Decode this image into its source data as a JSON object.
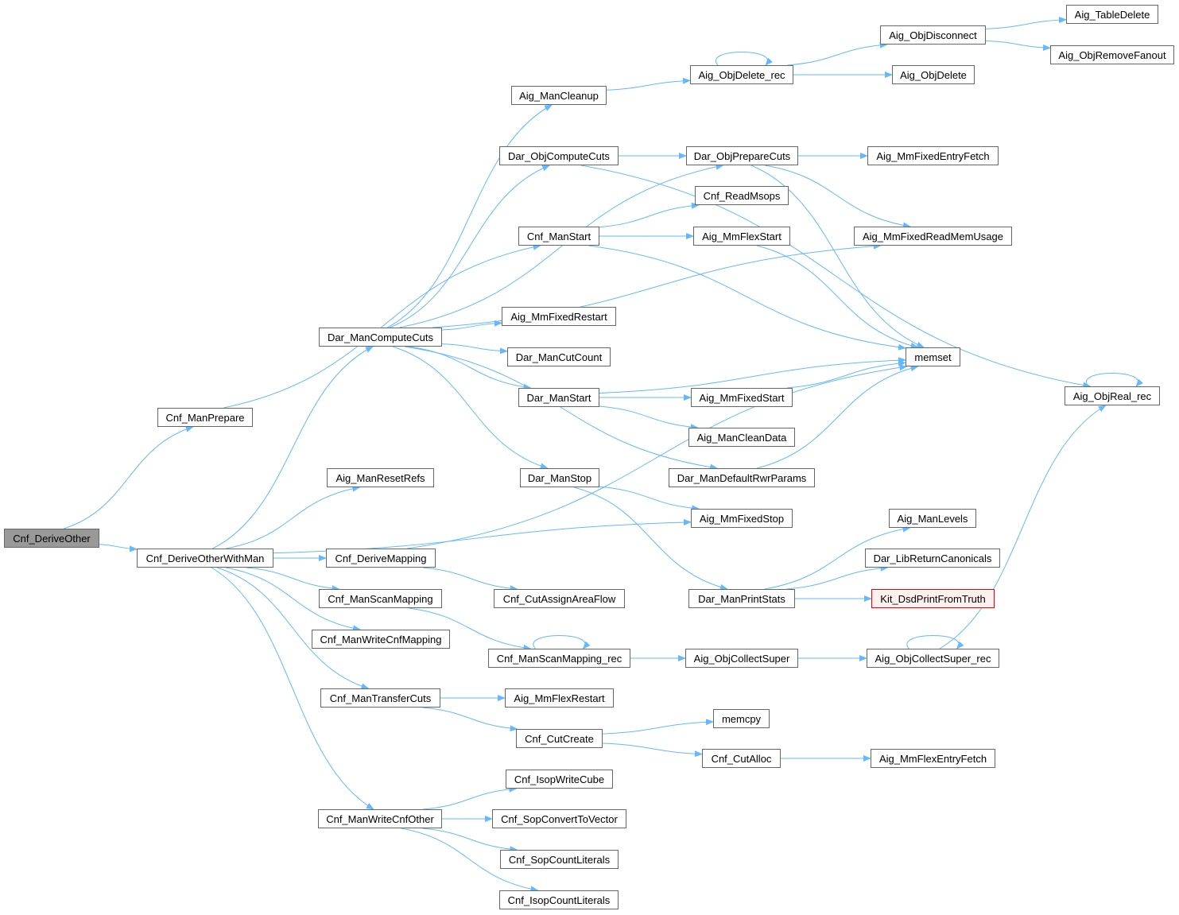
{
  "colors": {
    "edge": "#63b8ff",
    "root_fill": "#999999",
    "node_border": "#666666",
    "highlight_border": "#ff0000",
    "highlight_fill": "#fff0f0"
  },
  "root": "Cnf_DeriveOther",
  "nodes": [
    "Cnf_DeriveOther",
    "Cnf_DeriveOtherWithMan",
    "Cnf_ManPrepare",
    "Dar_ManComputeCuts",
    "Aig_ManResetRefs",
    "Cnf_DeriveMapping",
    "Cnf_ManScanMapping",
    "Cnf_ManWriteCnfMapping",
    "Cnf_ManTransferCuts",
    "Cnf_ManWriteCnfOther",
    "Aig_ManCleanup",
    "Dar_ObjComputeCuts",
    "Cnf_ManStart",
    "Aig_MmFixedRestart",
    "Dar_ManCutCount",
    "Dar_ManStart",
    "Dar_ManStop",
    "Cnf_CutAssignAreaFlow",
    "Cnf_ManScanMapping_rec",
    "Aig_MmFlexRestart",
    "Cnf_CutCreate",
    "Cnf_IsopWriteCube",
    "Cnf_SopConvertToVector",
    "Cnf_SopCountLiterals",
    "Cnf_IsopCountLiterals",
    "Aig_ObjDelete_rec",
    "Dar_ObjPrepareCuts",
    "Cnf_ReadMsops",
    "Aig_MmFlexStart",
    "Aig_MmFixedStart",
    "Aig_ManCleanData",
    "Dar_ManDefaultRwrParams",
    "Aig_MmFixedStop",
    "Dar_ManPrintStats",
    "Aig_ObjCollectSuper",
    "memcpy",
    "Cnf_CutAlloc",
    "Aig_ObjDisconnect",
    "Aig_ObjDelete",
    "Aig_MmFixedEntryFetch",
    "Aig_MmFixedReadMemUsage",
    "memset",
    "Aig_ManLevels",
    "Dar_LibReturnCanonicals",
    "Kit_DsdPrintFromTruth",
    "Aig_ObjCollectSuper_rec",
    "Aig_MmFlexEntryFetch",
    "Aig_TableDelete",
    "Aig_ObjRemoveFanout",
    "Aig_ObjReal_rec"
  ],
  "highlighted": [
    "Kit_DsdPrintFromTruth"
  ],
  "edges": [
    [
      "Cnf_DeriveOther",
      "Cnf_ManPrepare"
    ],
    [
      "Cnf_DeriveOther",
      "Cnf_DeriveOtherWithMan"
    ],
    [
      "Cnf_ManPrepare",
      "Cnf_ManStart"
    ],
    [
      "Cnf_DeriveOtherWithMan",
      "Dar_ManComputeCuts"
    ],
    [
      "Cnf_DeriveOtherWithMan",
      "Aig_ManResetRefs"
    ],
    [
      "Cnf_DeriveOtherWithMan",
      "Aig_MmFixedStop"
    ],
    [
      "Cnf_DeriveOtherWithMan",
      "Cnf_DeriveMapping"
    ],
    [
      "Cnf_DeriveOtherWithMan",
      "Cnf_ManScanMapping"
    ],
    [
      "Cnf_DeriveOtherWithMan",
      "Cnf_ManWriteCnfMapping"
    ],
    [
      "Cnf_DeriveOtherWithMan",
      "Cnf_ManTransferCuts"
    ],
    [
      "Cnf_DeriveOtherWithMan",
      "Cnf_ManWriteCnfOther"
    ],
    [
      "Dar_ManComputeCuts",
      "Aig_ManCleanup"
    ],
    [
      "Dar_ManComputeCuts",
      "Dar_ObjComputeCuts"
    ],
    [
      "Dar_ManComputeCuts",
      "Dar_ObjPrepareCuts"
    ],
    [
      "Dar_ManComputeCuts",
      "Aig_MmFixedReadMemUsage"
    ],
    [
      "Dar_ManComputeCuts",
      "Aig_MmFixedRestart"
    ],
    [
      "Dar_ManComputeCuts",
      "Dar_ManCutCount"
    ],
    [
      "Dar_ManComputeCuts",
      "Dar_ManStart"
    ],
    [
      "Dar_ManComputeCuts",
      "Dar_ManStop"
    ],
    [
      "Dar_ManComputeCuts",
      "Dar_ManDefaultRwrParams"
    ],
    [
      "Aig_ManCleanup",
      "Aig_ObjDelete_rec"
    ],
    [
      "Aig_ObjDelete_rec",
      "Aig_ObjDelete_rec"
    ],
    [
      "Aig_ObjDelete_rec",
      "Aig_ObjDisconnect"
    ],
    [
      "Aig_ObjDelete_rec",
      "Aig_ObjDelete"
    ],
    [
      "Aig_ObjDisconnect",
      "Aig_TableDelete"
    ],
    [
      "Aig_ObjDisconnect",
      "Aig_ObjRemoveFanout"
    ],
    [
      "Dar_ObjComputeCuts",
      "Dar_ObjPrepareCuts"
    ],
    [
      "Dar_ObjComputeCuts",
      "Aig_ObjReal_rec"
    ],
    [
      "Dar_ObjPrepareCuts",
      "Aig_MmFixedEntryFetch"
    ],
    [
      "Dar_ObjPrepareCuts",
      "Aig_MmFixedReadMemUsage"
    ],
    [
      "Dar_ObjPrepareCuts",
      "memset"
    ],
    [
      "Cnf_ManStart",
      "Cnf_ReadMsops"
    ],
    [
      "Cnf_ManStart",
      "Aig_MmFlexStart"
    ],
    [
      "Cnf_ManStart",
      "memset"
    ],
    [
      "Aig_MmFlexStart",
      "memset"
    ],
    [
      "Dar_ManStart",
      "memset"
    ],
    [
      "Dar_ManStart",
      "Aig_MmFixedStart"
    ],
    [
      "Dar_ManStart",
      "Aig_ManCleanData"
    ],
    [
      "Aig_MmFixedStart",
      "memset"
    ],
    [
      "Dar_ManDefaultRwrParams",
      "memset"
    ],
    [
      "Dar_ManStop",
      "Aig_MmFixedStop"
    ],
    [
      "Dar_ManStop",
      "Dar_ManPrintStats"
    ],
    [
      "Dar_ManPrintStats",
      "Aig_ManLevels"
    ],
    [
      "Dar_ManPrintStats",
      "Dar_LibReturnCanonicals"
    ],
    [
      "Dar_ManPrintStats",
      "Kit_DsdPrintFromTruth"
    ],
    [
      "Cnf_DeriveMapping",
      "memset"
    ],
    [
      "Cnf_DeriveMapping",
      "Cnf_CutAssignAreaFlow"
    ],
    [
      "Cnf_ManScanMapping",
      "Cnf_ManScanMapping_rec"
    ],
    [
      "Cnf_ManScanMapping_rec",
      "Cnf_ManScanMapping_rec"
    ],
    [
      "Cnf_ManScanMapping_rec",
      "Aig_ObjCollectSuper"
    ],
    [
      "Aig_ObjCollectSuper",
      "Aig_ObjCollectSuper_rec"
    ],
    [
      "Aig_ObjCollectSuper_rec",
      "Aig_ObjCollectSuper_rec"
    ],
    [
      "Aig_ObjCollectSuper_rec",
      "Aig_ObjReal_rec"
    ],
    [
      "Aig_ObjReal_rec",
      "Aig_ObjReal_rec"
    ],
    [
      "Cnf_ManTransferCuts",
      "Aig_MmFlexRestart"
    ],
    [
      "Cnf_ManTransferCuts",
      "Cnf_CutCreate"
    ],
    [
      "Cnf_CutCreate",
      "memcpy"
    ],
    [
      "Cnf_CutCreate",
      "Cnf_CutAlloc"
    ],
    [
      "Cnf_CutAlloc",
      "Aig_MmFlexEntryFetch"
    ],
    [
      "Cnf_ManWriteCnfOther",
      "Cnf_IsopWriteCube"
    ],
    [
      "Cnf_ManWriteCnfOther",
      "Cnf_SopConvertToVector"
    ],
    [
      "Cnf_ManWriteCnfOther",
      "Cnf_SopCountLiterals"
    ],
    [
      "Cnf_ManWriteCnfOther",
      "Cnf_IsopCountLiterals"
    ]
  ]
}
